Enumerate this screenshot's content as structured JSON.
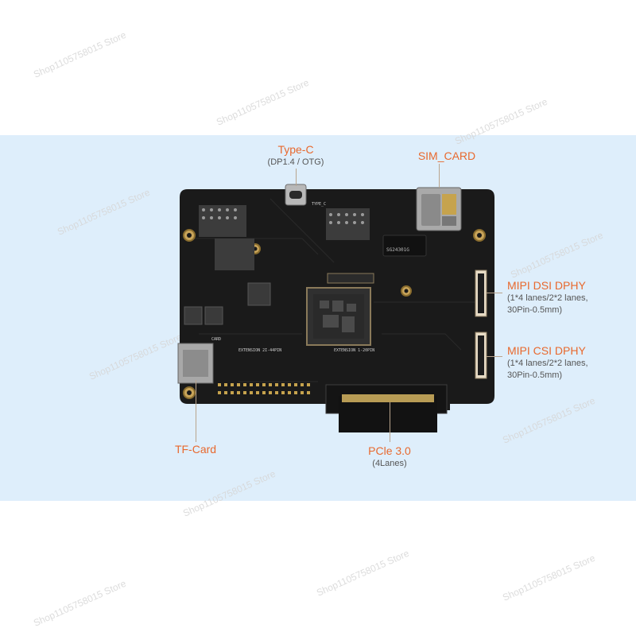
{
  "labels": {
    "type_c": {
      "title": "Type-C",
      "subtitle": "(DP1.4 / OTG)"
    },
    "sim_card": {
      "title": "SIM_CARD"
    },
    "mipi_dsi": {
      "title": "MIPI DSI DPHY",
      "line1": "(1*4 lanes/2*2 lanes,",
      "line2": "30Pin-0.5mm)"
    },
    "mipi_csi": {
      "title": "MIPI CSI DPHY",
      "line1": "(1*4 lanes/2*2 lanes,",
      "line2": "30Pin-0.5mm)"
    },
    "tf_card": {
      "title": "TF-Card"
    },
    "pcie": {
      "title": "PCle 3.0",
      "subtitle": "(4Lanes)"
    }
  },
  "board_silkscreen": {
    "type_c": "TYPE_C",
    "extension_left": "EXTENSION 2I-44PIN",
    "extension_right": "EXTENSION 1-20PIN",
    "chip_marking": "SG24301G",
    "card": "CARD"
  },
  "watermark": "Shop1105758015 Store",
  "colors": {
    "label_accent": "#e8692e",
    "band_background": "#deeefb",
    "pcb": "#1a1a1a"
  }
}
